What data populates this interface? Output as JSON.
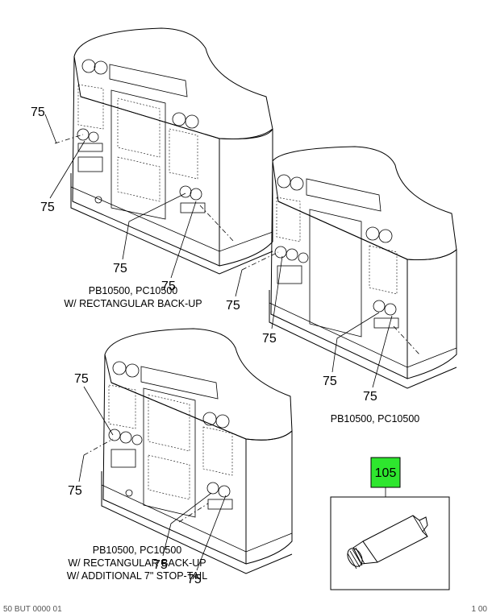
{
  "callouts": {
    "v1_a": "75",
    "v1_b": "75",
    "v1_c": "75",
    "v1_d": "75",
    "v2_a": "75",
    "v2_b": "75",
    "v2_c": "75",
    "v2_d": "75",
    "v3_a": "75",
    "v3_b": "75",
    "v3_c": "75",
    "v3_d": "75",
    "part_tube": "105"
  },
  "captions": {
    "view1_line1": "PB10500, PC10500",
    "view1_line2": "W/ RECTANGULAR BACK-UP",
    "view2_line1": "PB10500, PC10500",
    "view3_line1": "PB10500, PC10500",
    "view3_line2": "W/ RECTANGULAR BACK-UP",
    "view3_line3": "W/ ADDITIONAL 7\" STOP-TAIL"
  },
  "footer": {
    "left": "50 BUT 0000 01",
    "right": "1 00"
  },
  "colors": {
    "callout_highlight": "#2ee62e"
  }
}
